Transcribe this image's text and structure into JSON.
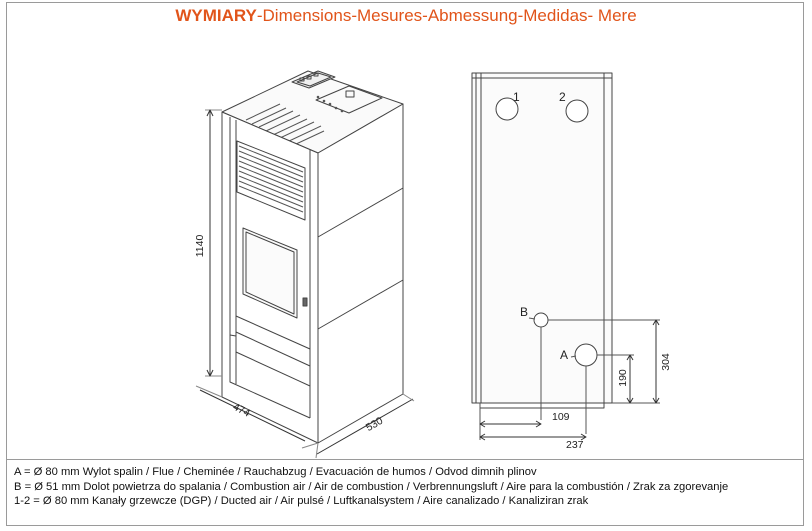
{
  "title": {
    "bold": "WYMIARY",
    "rest": "-Dimensions-Mesures-Abmessung-Medidas- Mere"
  },
  "front_view": {
    "height_label": "1140",
    "depth_label": "474",
    "width_label": "530"
  },
  "rear_view": {
    "outlet_1": "1",
    "outlet_2": "2",
    "inlet_b": "B",
    "flue_a": "A",
    "dim_109": "109",
    "dim_237": "237",
    "dim_190": "190",
    "dim_304": "304"
  },
  "legend": {
    "a": "A = Ø 80 mm Wylot spalin / Flue / Cheminée / Rauchabzug / Evacuación de humos / Odvod dimnih plinov",
    "b": "B = Ø 51 mm Dolot powietrza do spalania / Combustion air / Air de combustion / Verbrennungsluft / Aire para la combustión / Zrak za zgorevanje",
    "c": "1-2 = Ø 80 mm Kanały grzewcze (DGP) / Ducted air / Air pulsé / Luftkanalsystem / Aire canalizado / Kanaliziran zrak"
  },
  "colors": {
    "title": "#e1541a",
    "line": "#444444",
    "frame": "#9a9a9a"
  }
}
